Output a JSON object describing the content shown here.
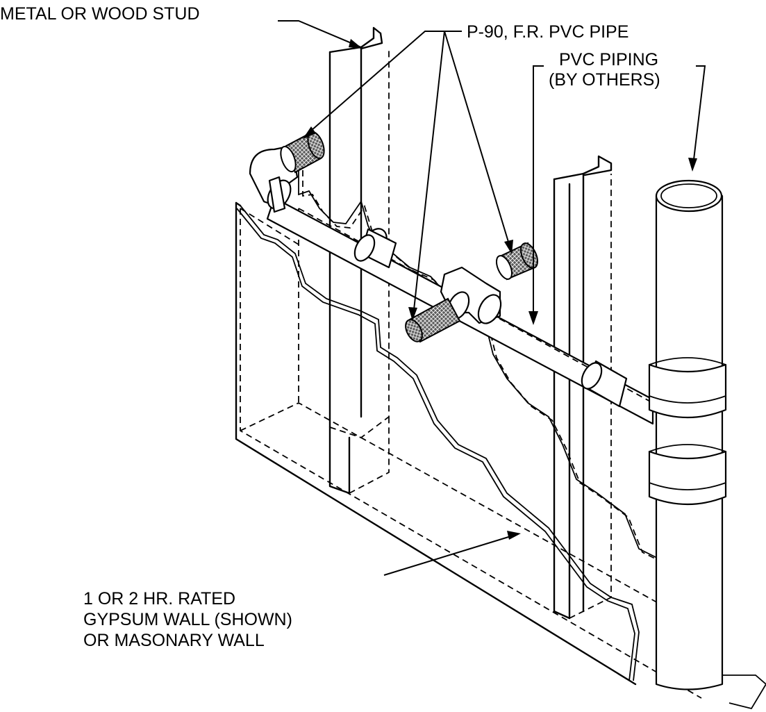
{
  "labels": {
    "stud": "METAL OR WOOD STUD",
    "fr_pipe": "P-90, F.R. PVC PIPE",
    "pvc_piping_1": "PVC PIPING",
    "pvc_piping_2": "(BY OTHERS)",
    "wall_1": "1 OR 2 HR. RATED",
    "wall_2": "GYPSUM WALL (SHOWN)",
    "wall_3": "OR MASONARY WALL"
  },
  "colors": {
    "line": "#000000",
    "background": "#ffffff"
  }
}
